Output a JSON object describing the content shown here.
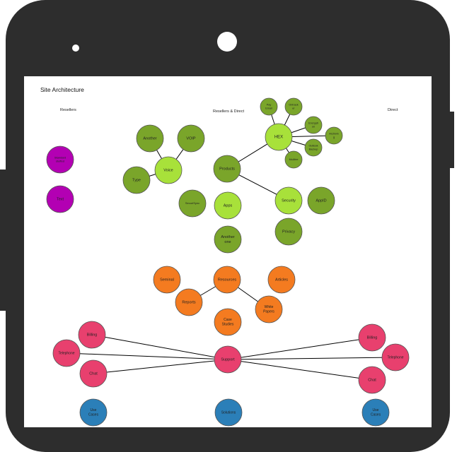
{
  "title": "Site Architecture",
  "columns": {
    "left": "Resellers",
    "middle": "Resellers & Direct",
    "right": "Direct"
  },
  "colors": {
    "green_dark": "#7aa52a",
    "green_light": "#a8e13a",
    "purple": "#b300b3",
    "orange": "#f47b20",
    "pink": "#e8406e",
    "blue": "#2b7fb8",
    "stroke": "#555555"
  },
  "nodes": [
    {
      "id": "another1",
      "label": "Another",
      "color": "green_dark"
    },
    {
      "id": "voip",
      "label": "VOIP",
      "color": "green_dark"
    },
    {
      "id": "voice",
      "label": "Voice",
      "color": "green_light"
    },
    {
      "id": "type",
      "label": "Type",
      "color": "green_dark"
    },
    {
      "id": "products",
      "label": "Products",
      "color": "green_dark"
    },
    {
      "id": "hex",
      "label": "HEX",
      "color": "green_light"
    },
    {
      "id": "pay",
      "label": [
        "Pay",
        "Email"
      ],
      "color": "green_dark"
    },
    {
      "id": "ontrack",
      "label": [
        "Ontrack",
        "er"
      ],
      "color": "green_dark"
    },
    {
      "id": "encrypt",
      "label": [
        "Encrypti",
        "on"
      ],
      "color": "green_dark"
    },
    {
      "id": "archive",
      "label": [
        "Archivin",
        "g"
      ],
      "color": "green_dark"
    },
    {
      "id": "outlook",
      "label": [
        "Outlook",
        "Backup"
      ],
      "color": "green_dark"
    },
    {
      "id": "mcafee",
      "label": "McAfee",
      "color": "green_dark"
    },
    {
      "id": "securisync",
      "label": "SecuriSync",
      "color": "green_dark"
    },
    {
      "id": "apps",
      "label": "Apps",
      "color": "green_light"
    },
    {
      "id": "security",
      "label": "Security",
      "color": "green_light"
    },
    {
      "id": "appid",
      "label": "AppID",
      "color": "green_dark"
    },
    {
      "id": "privacy",
      "label": "Privacy",
      "color": "green_dark"
    },
    {
      "id": "another2",
      "label": [
        "Another",
        "one"
      ],
      "color": "green_dark"
    },
    {
      "id": "standard",
      "label": [
        "Standard",
        "stuffed"
      ],
      "color": "purple"
    },
    {
      "id": "text",
      "label": "Text",
      "color": "purple"
    },
    {
      "id": "seminal",
      "label": "Seminal",
      "color": "orange"
    },
    {
      "id": "resources",
      "label": "Resources",
      "color": "orange"
    },
    {
      "id": "articles",
      "label": "Articles",
      "color": "orange"
    },
    {
      "id": "reports",
      "label": "Reports",
      "color": "orange"
    },
    {
      "id": "whitepapers",
      "label": [
        "White",
        "Papers"
      ],
      "color": "orange"
    },
    {
      "id": "casestudies",
      "label": [
        "Case",
        "Studies"
      ],
      "color": "orange"
    },
    {
      "id": "billing_l",
      "label": "Billing",
      "color": "pink"
    },
    {
      "id": "telephone_l",
      "label": "Telephone",
      "color": "pink"
    },
    {
      "id": "chat_l",
      "label": "Chat",
      "color": "pink"
    },
    {
      "id": "support",
      "label": "Support",
      "color": "pink"
    },
    {
      "id": "billing_r",
      "label": "Billing",
      "color": "pink"
    },
    {
      "id": "telephone_r",
      "label": "Telephone",
      "color": "pink"
    },
    {
      "id": "chat_r",
      "label": "Chat",
      "color": "pink"
    },
    {
      "id": "usecases_l",
      "label": [
        "Use",
        "Cases"
      ],
      "color": "blue"
    },
    {
      "id": "solutions",
      "label": "Solutions",
      "color": "blue"
    },
    {
      "id": "usecases_r",
      "label": [
        "Use",
        "Cases"
      ],
      "color": "blue"
    }
  ],
  "edges": [
    [
      "voice",
      "another1"
    ],
    [
      "voice",
      "voip"
    ],
    [
      "voice",
      "type"
    ],
    [
      "products",
      "hex"
    ],
    [
      "products",
      "security"
    ],
    [
      "hex",
      "pay"
    ],
    [
      "hex",
      "ontrack"
    ],
    [
      "hex",
      "encrypt"
    ],
    [
      "hex",
      "archive"
    ],
    [
      "hex",
      "outlook"
    ],
    [
      "hex",
      "mcafee"
    ],
    [
      "resources",
      "reports"
    ],
    [
      "resources",
      "whitepapers"
    ],
    [
      "support",
      "billing_l"
    ],
    [
      "support",
      "telephone_l"
    ],
    [
      "support",
      "chat_l"
    ],
    [
      "support",
      "billing_r"
    ],
    [
      "support",
      "telephone_r"
    ],
    [
      "support",
      "chat_r"
    ]
  ]
}
